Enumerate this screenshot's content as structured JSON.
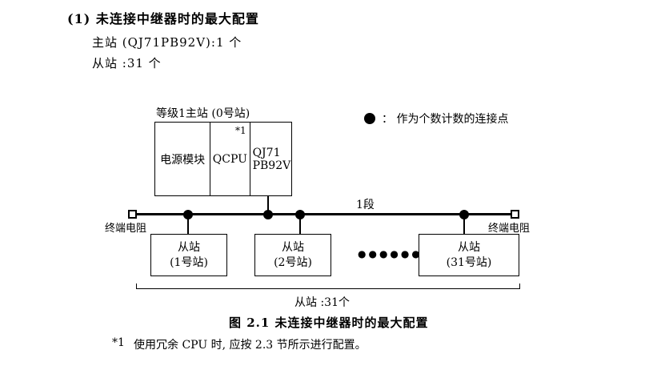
{
  "page": {
    "title": "(1) 未连接中继器时的最大配置",
    "master_line": "主站 (QJ71PB92V):1 个",
    "slave_line": "从站 :31 个"
  },
  "diagram": {
    "master_label": "等级1主站 (0号站)",
    "master_box": {
      "cell1": "电源模块",
      "cell2": "QCPU",
      "cell2_note": "*1",
      "cell3_line1": "QJ71",
      "cell3_line2": "PB92V"
    },
    "legend": {
      "text": "：  作为个数计数的连接点"
    },
    "segment_label": "1段",
    "terminator_left": "终端电阻",
    "terminator_right": "终端电阻",
    "slaves": [
      {
        "line1": "从站",
        "line2": "(1号站)"
      },
      {
        "line1": "从站",
        "line2": "(2号站)"
      },
      {
        "line1": "从站",
        "line2": "(31号站)"
      }
    ],
    "ellipsis": "●●●●●●",
    "slave_count_label": "从站 :31个"
  },
  "caption": "图 2.1 未连接中继器时的最大配置",
  "footnote": {
    "marker": "*1",
    "text": "使用冗余 CPU 时, 应按 2.3 节所示进行配置。"
  }
}
